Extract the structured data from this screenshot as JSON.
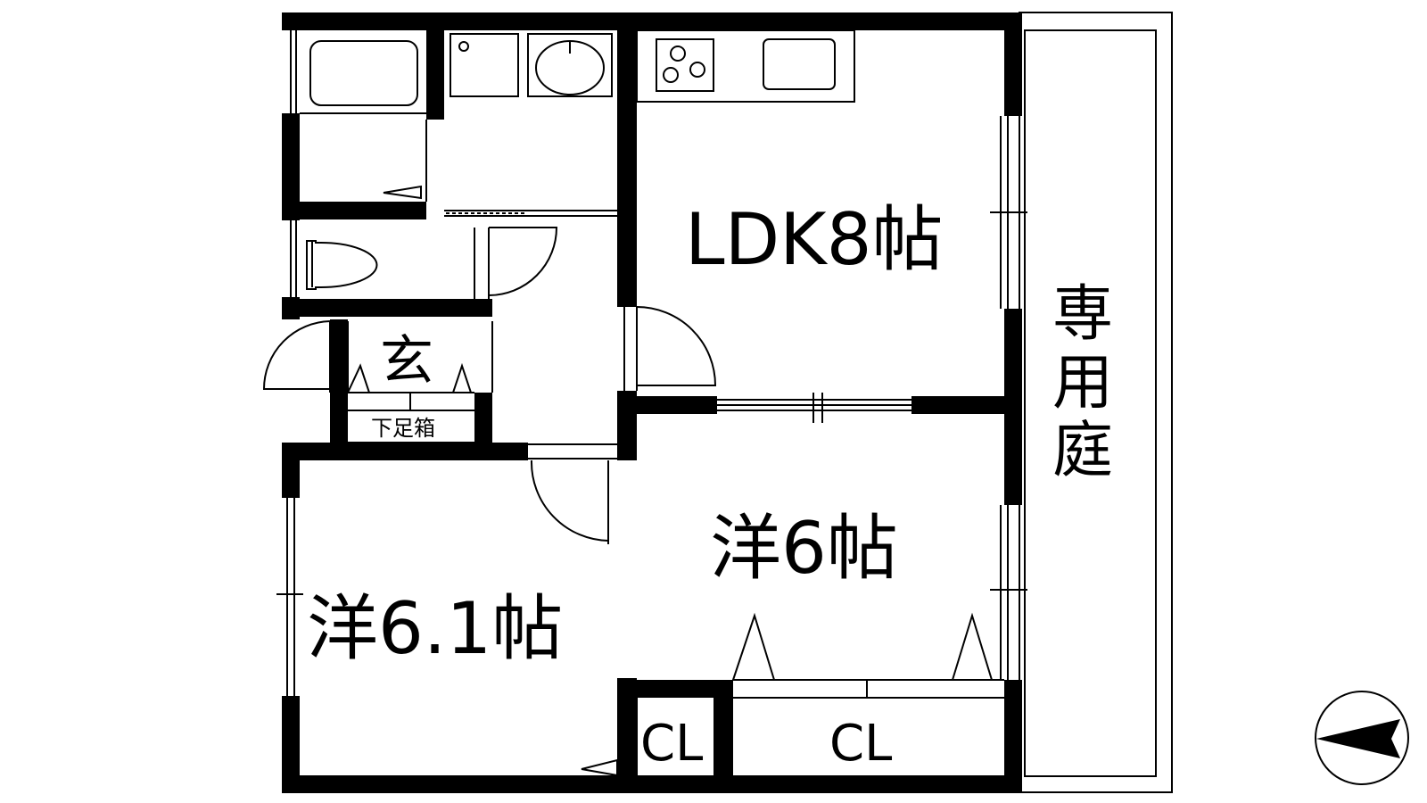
{
  "rooms": {
    "ldk": "LDK8帖",
    "western6": "洋6帖",
    "western61": "洋6.1帖",
    "entrance": "玄",
    "shoe_cabinet": "下足箱",
    "closet_small": "CL",
    "closet_large": "CL"
  },
  "garden": {
    "line1": "専",
    "line2": "用",
    "line3": "庭"
  },
  "compass": {
    "icon": "north-arrow-icon"
  },
  "colors": {
    "wall": "#000000",
    "line": "#000000",
    "background": "#ffffff"
  }
}
